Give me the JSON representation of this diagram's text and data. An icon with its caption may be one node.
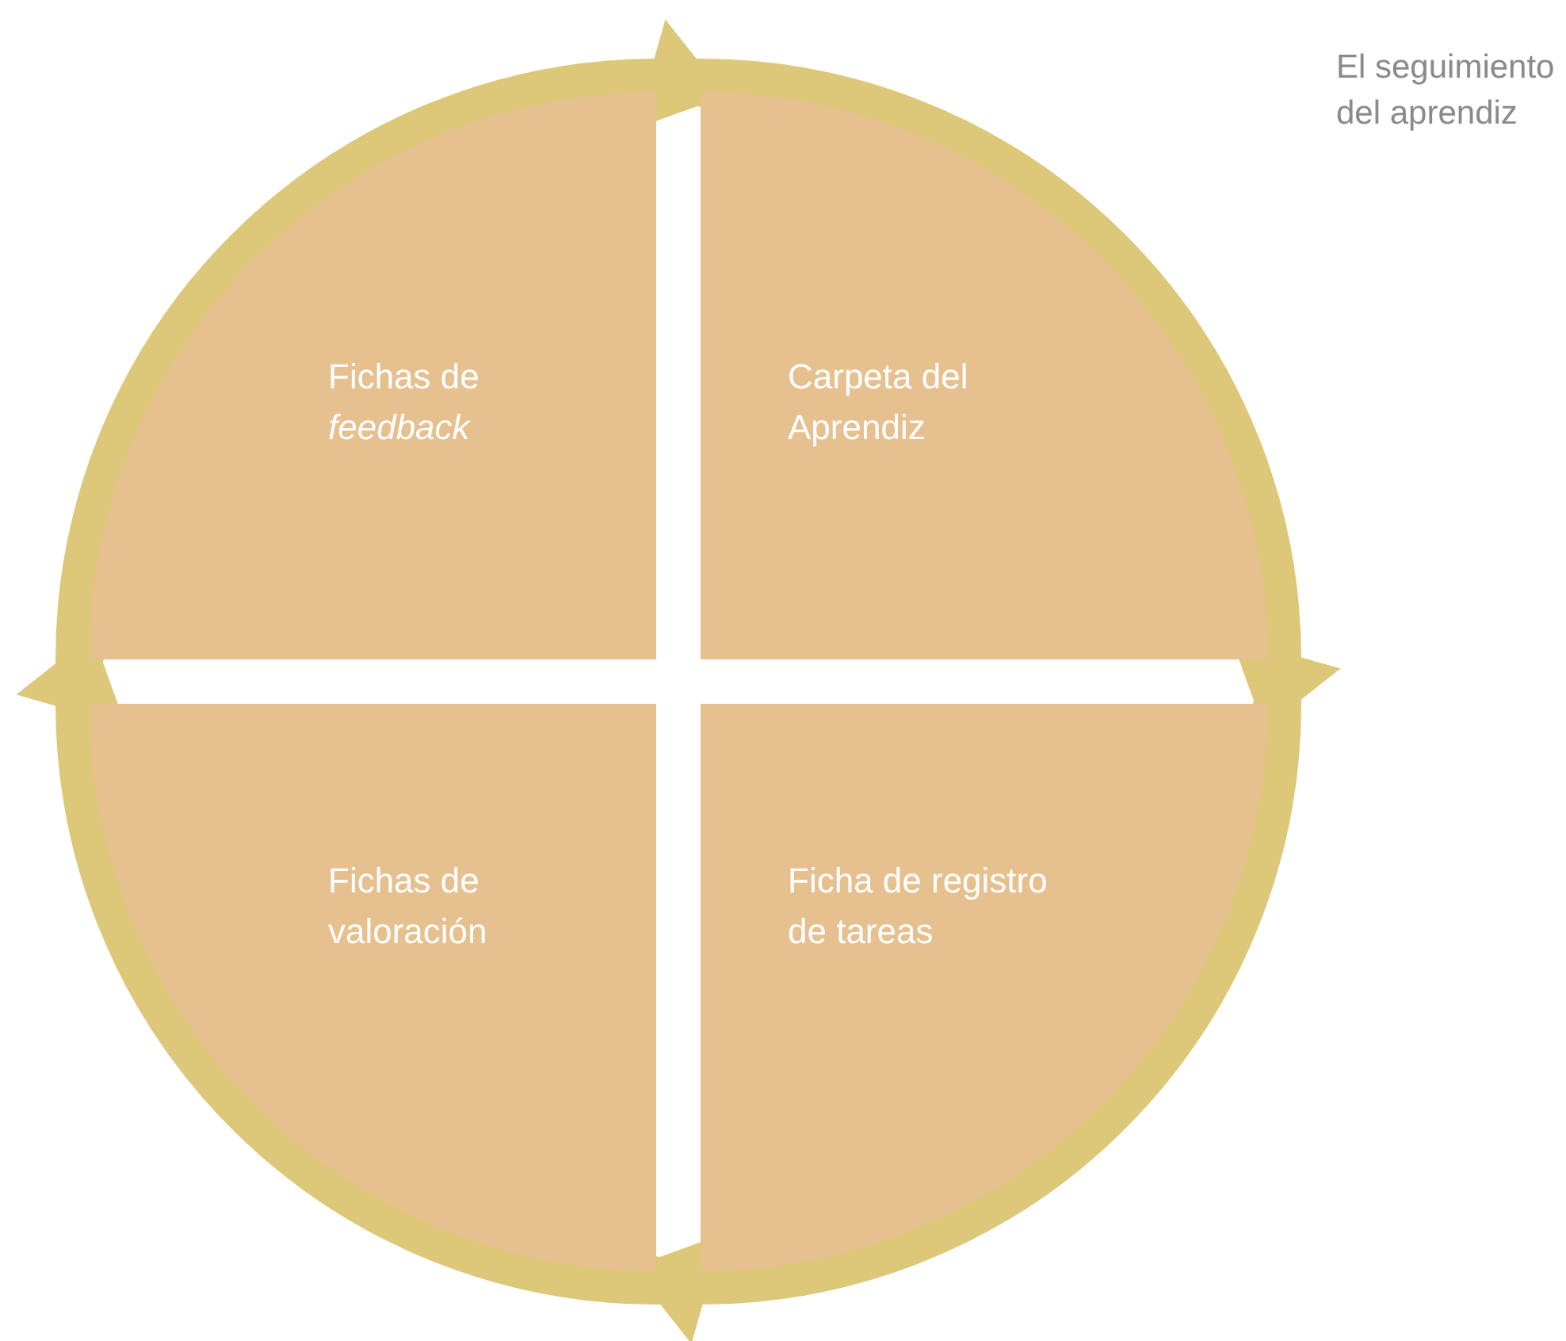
{
  "diagram": {
    "title": "El seguimiento del aprendiz",
    "nodes": [
      {
        "text": [
          "Fichas de *feedback*"
        ]
      },
      {
        "text": [
          "Carpeta del Aprendiz"
        ]
      },
      {
        "text": [
          "Fichas de valoración"
        ]
      },
      {
        "text": [
          "Ficha de registro de tareas"
        ]
      }
    ],
    "edges": [
      {
        "from": 0,
        "to": 1,
        "arrow": "to"
      },
      {
        "from": 1,
        "to": 3,
        "arrow": "to"
      },
      {
        "from": 3,
        "to": 2,
        "arrow": "to"
      },
      {
        "from": 2,
        "to": 0,
        "arrow": "to"
      }
    ]
  }
}
